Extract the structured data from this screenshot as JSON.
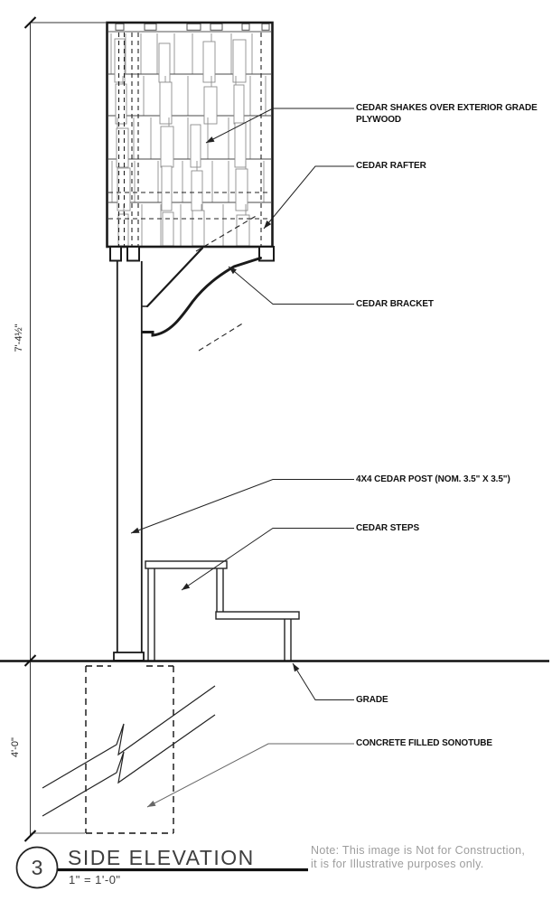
{
  "sheet": {
    "callouts": {
      "shakes_line1": "CEDAR SHAKES OVER EXTERIOR GRADE",
      "shakes_line2": "PLYWOOD",
      "rafter": "CEDAR RAFTER",
      "bracket": "CEDAR BRACKET",
      "post": "4X4 CEDAR POST (NOM. 3.5\" X 3.5\")",
      "steps": "CEDAR STEPS",
      "grade": "GRADE",
      "sonotube": "CONCRETE FILLED SONOTUBE"
    },
    "dimensions": {
      "above_grade": "7'-4½\"",
      "below_grade": "4'-0\""
    },
    "title_block": {
      "detail_number": "3",
      "title": "SIDE ELEVATION",
      "scale": "1\" = 1'-0\""
    },
    "note": {
      "line1": "Note: This image is Not for Construction,",
      "line2": "it is for Illustrative purposes only."
    },
    "colors": {
      "line": "#1a1a1a",
      "texture": "#8d8d8d",
      "note_text": "#9d9d9d"
    }
  }
}
